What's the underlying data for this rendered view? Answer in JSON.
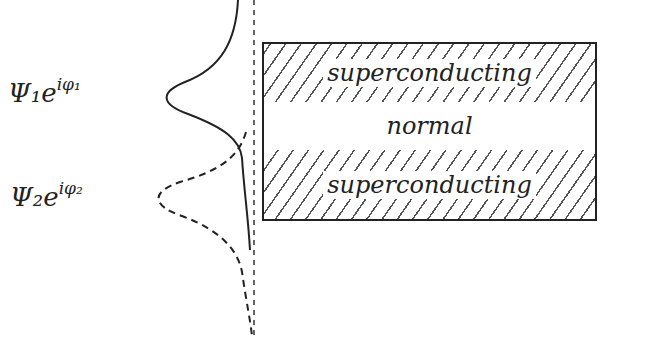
{
  "diagram": {
    "nodes": [
      {
        "text": [
          "superconducting"
        ]
      },
      {
        "text": [
          "normal"
        ]
      },
      {
        "text": [
          "superconducting"
        ]
      }
    ],
    "labels": [
      "Ψ₁e",
      "iφ₁",
      "Ψ₂e",
      "iφ₂"
    ]
  }
}
